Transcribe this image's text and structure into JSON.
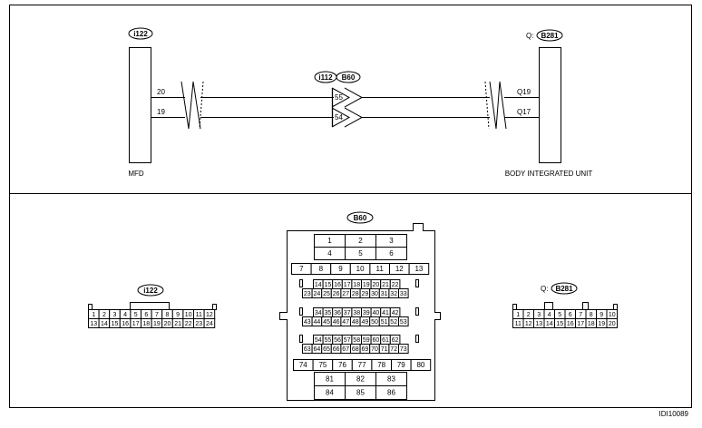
{
  "schematic": {
    "left_connector": "i122",
    "right_connector_prefix": "Q:",
    "right_connector": "B281",
    "mid_connector_a": "i112",
    "mid_connector_b": "B60",
    "left_unit": "MFD",
    "right_unit": "BODY INTEGRATED UNIT",
    "wires": [
      {
        "left_pin": "20",
        "mid_pin": "55",
        "right_pin": "Q19"
      },
      {
        "left_pin": "19",
        "mid_pin": "54",
        "right_pin": "Q17"
      }
    ]
  },
  "connectors": {
    "i122": {
      "title": "i122",
      "row1": [
        "1",
        "2",
        "3",
        "4",
        "5",
        "6",
        "7",
        "8",
        "9",
        "10",
        "11",
        "12"
      ],
      "row2": [
        "13",
        "14",
        "15",
        "16",
        "17",
        "18",
        "19",
        "20",
        "21",
        "22",
        "23",
        "24"
      ]
    },
    "b60": {
      "title": "B60",
      "block1": [
        [
          "1",
          "2",
          "3"
        ],
        [
          "4",
          "5",
          "6"
        ]
      ],
      "row7": [
        "7",
        "8",
        "9",
        "10",
        "11",
        "12",
        "13"
      ],
      "group1": [
        [
          "14",
          "15",
          "16",
          "17",
          "18",
          "19",
          "20",
          "21",
          "22"
        ],
        [
          "23",
          "24",
          "25",
          "26",
          "27",
          "28",
          "29",
          "30",
          "31",
          "32",
          "33"
        ]
      ],
      "group2": [
        [
          "34",
          "35",
          "36",
          "37",
          "38",
          "39",
          "40",
          "41",
          "42"
        ],
        [
          "43",
          "44",
          "45",
          "46",
          "47",
          "48",
          "49",
          "50",
          "51",
          "52",
          "53"
        ]
      ],
      "group3": [
        [
          "54",
          "55",
          "56",
          "57",
          "58",
          "59",
          "60",
          "61",
          "62"
        ],
        [
          "63",
          "64",
          "65",
          "66",
          "67",
          "68",
          "69",
          "70",
          "71",
          "72",
          "73"
        ]
      ],
      "row74": [
        "74",
        "75",
        "76",
        "77",
        "78",
        "79",
        "80"
      ],
      "block2": [
        [
          "81",
          "82",
          "83"
        ],
        [
          "84",
          "85",
          "86"
        ]
      ]
    },
    "b281": {
      "prefix": "Q:",
      "title": "B281",
      "row1": [
        "1",
        "2",
        "3",
        "4",
        "5",
        "6",
        "7",
        "8",
        "9",
        "10"
      ],
      "row2": [
        "11",
        "12",
        "13",
        "14",
        "15",
        "16",
        "17",
        "18",
        "19",
        "20"
      ]
    }
  },
  "figure_id": "IDI10089"
}
